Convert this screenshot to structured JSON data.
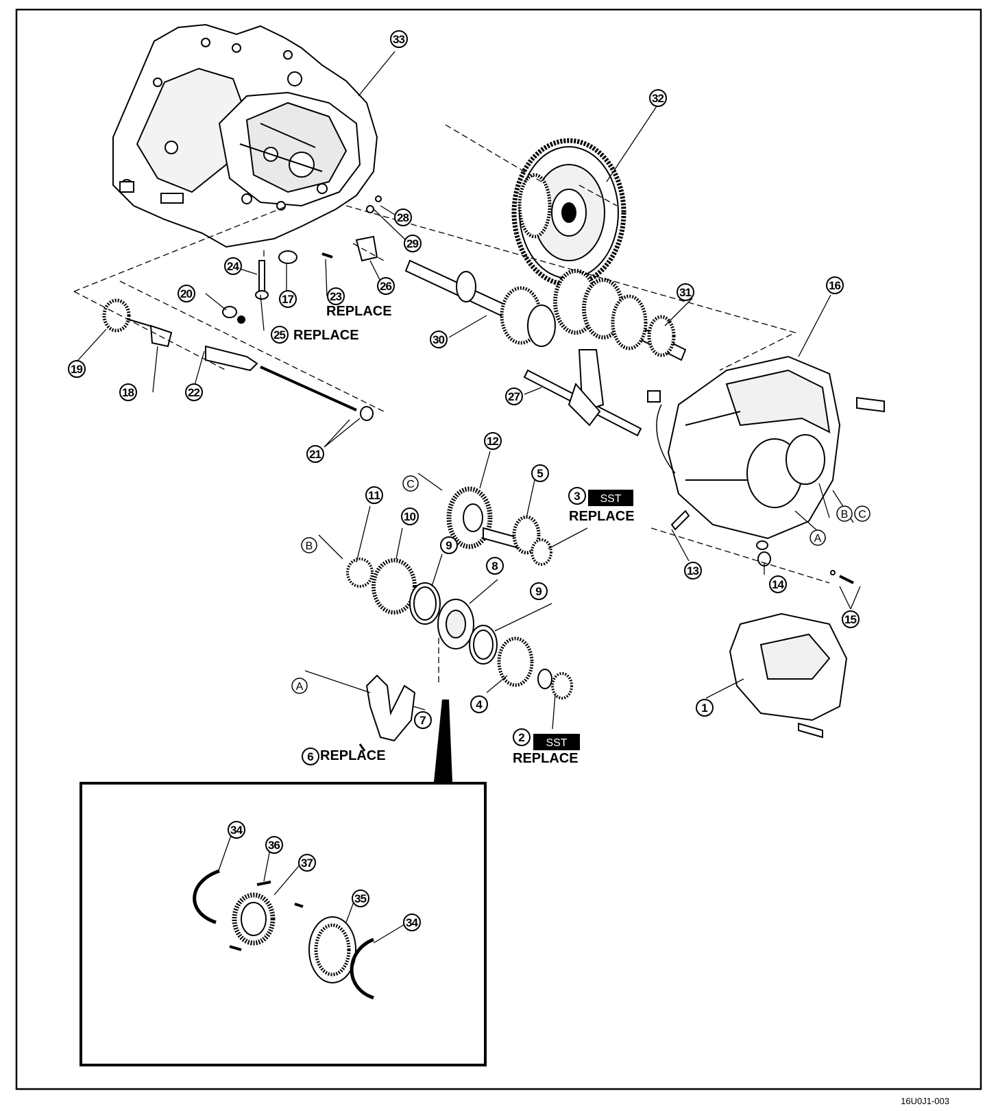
{
  "callouts": [
    {
      "id": "c1",
      "label": "1"
    },
    {
      "id": "c2",
      "label": "2"
    },
    {
      "id": "c3",
      "label": "3"
    },
    {
      "id": "c4",
      "label": "4"
    },
    {
      "id": "c5",
      "label": "5"
    },
    {
      "id": "c6",
      "label": "6"
    },
    {
      "id": "c7",
      "label": "7"
    },
    {
      "id": "c8",
      "label": "8"
    },
    {
      "id": "c9a",
      "label": "9"
    },
    {
      "id": "c9b",
      "label": "9"
    },
    {
      "id": "c10",
      "label": "10"
    },
    {
      "id": "c11",
      "label": "11"
    },
    {
      "id": "c12",
      "label": "12"
    },
    {
      "id": "c13",
      "label": "13"
    },
    {
      "id": "c14",
      "label": "14"
    },
    {
      "id": "c15",
      "label": "15"
    },
    {
      "id": "c16",
      "label": "16"
    },
    {
      "id": "c17",
      "label": "17"
    },
    {
      "id": "c18",
      "label": "18"
    },
    {
      "id": "c19",
      "label": "19"
    },
    {
      "id": "c20",
      "label": "20"
    },
    {
      "id": "c21",
      "label": "21"
    },
    {
      "id": "c22",
      "label": "22"
    },
    {
      "id": "c23",
      "label": "23"
    },
    {
      "id": "c24",
      "label": "24"
    },
    {
      "id": "c25",
      "label": "25"
    },
    {
      "id": "c26",
      "label": "26"
    },
    {
      "id": "c27",
      "label": "27"
    },
    {
      "id": "c28",
      "label": "28"
    },
    {
      "id": "c29",
      "label": "29"
    },
    {
      "id": "c30",
      "label": "30"
    },
    {
      "id": "c31",
      "label": "31"
    },
    {
      "id": "c32",
      "label": "32"
    },
    {
      "id": "c33",
      "label": "33"
    },
    {
      "id": "c34a",
      "label": "34"
    },
    {
      "id": "c34b",
      "label": "34"
    },
    {
      "id": "c35",
      "label": "35"
    },
    {
      "id": "c36",
      "label": "36"
    },
    {
      "id": "c37",
      "label": "37"
    }
  ],
  "letters": [
    {
      "id": "la1",
      "label": "A"
    },
    {
      "id": "la2",
      "label": "A"
    },
    {
      "id": "lb1",
      "label": "B"
    },
    {
      "id": "lb2",
      "label": "B"
    },
    {
      "id": "lc1",
      "label": "C"
    },
    {
      "id": "lc2",
      "label": "C"
    }
  ],
  "notes": {
    "replace": "REPLACE",
    "sst": "SST"
  },
  "figure_code": "16U0J1-003"
}
